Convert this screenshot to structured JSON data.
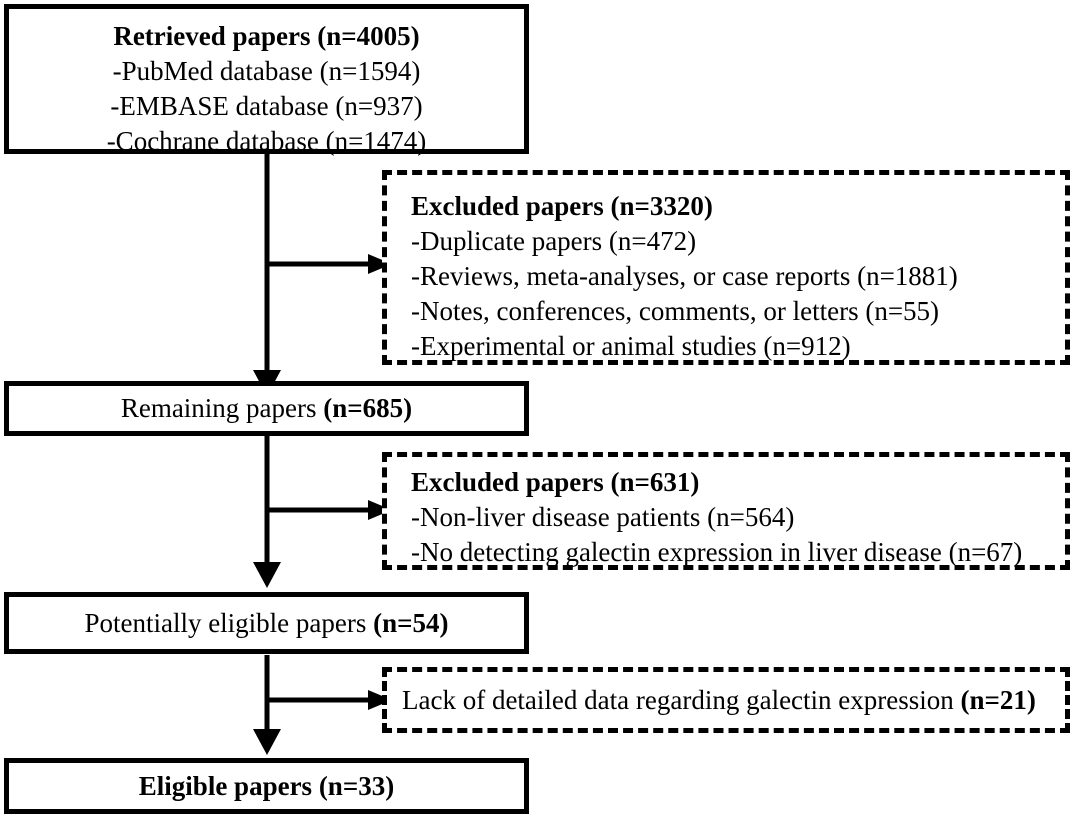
{
  "flowchart": {
    "retrieved": {
      "title": "Retrieved papers (n=4005)",
      "lines": [
        "-PubMed database (n=1594)",
        "-EMBASE database (n=937)",
        "-Cochrane database (n=1474)"
      ]
    },
    "excluded_1": {
      "title": "Excluded papers (n=3320)",
      "lines": [
        "-Duplicate papers (n=472)",
        "-Reviews, meta-analyses, or case reports (n=1881)",
        "-Notes, conferences, comments, or letters (n=55)",
        "-Experimental or animal studies (n=912)"
      ]
    },
    "remaining": {
      "text": "Remaining papers ",
      "count": "(n=685)"
    },
    "excluded_2": {
      "title": "Excluded papers (n=631)",
      "lines": [
        "-Non-liver disease patients (n=564)",
        "-No detecting galectin expression in liver disease (n=67)"
      ]
    },
    "potential": {
      "text": "Potentially eligible papers ",
      "count": "(n=54)"
    },
    "excluded_3": {
      "text": "Lack of detailed data regarding galectin expression ",
      "count": "(n=21)"
    },
    "eligible": {
      "text": "Eligible papers (n=33)"
    }
  }
}
